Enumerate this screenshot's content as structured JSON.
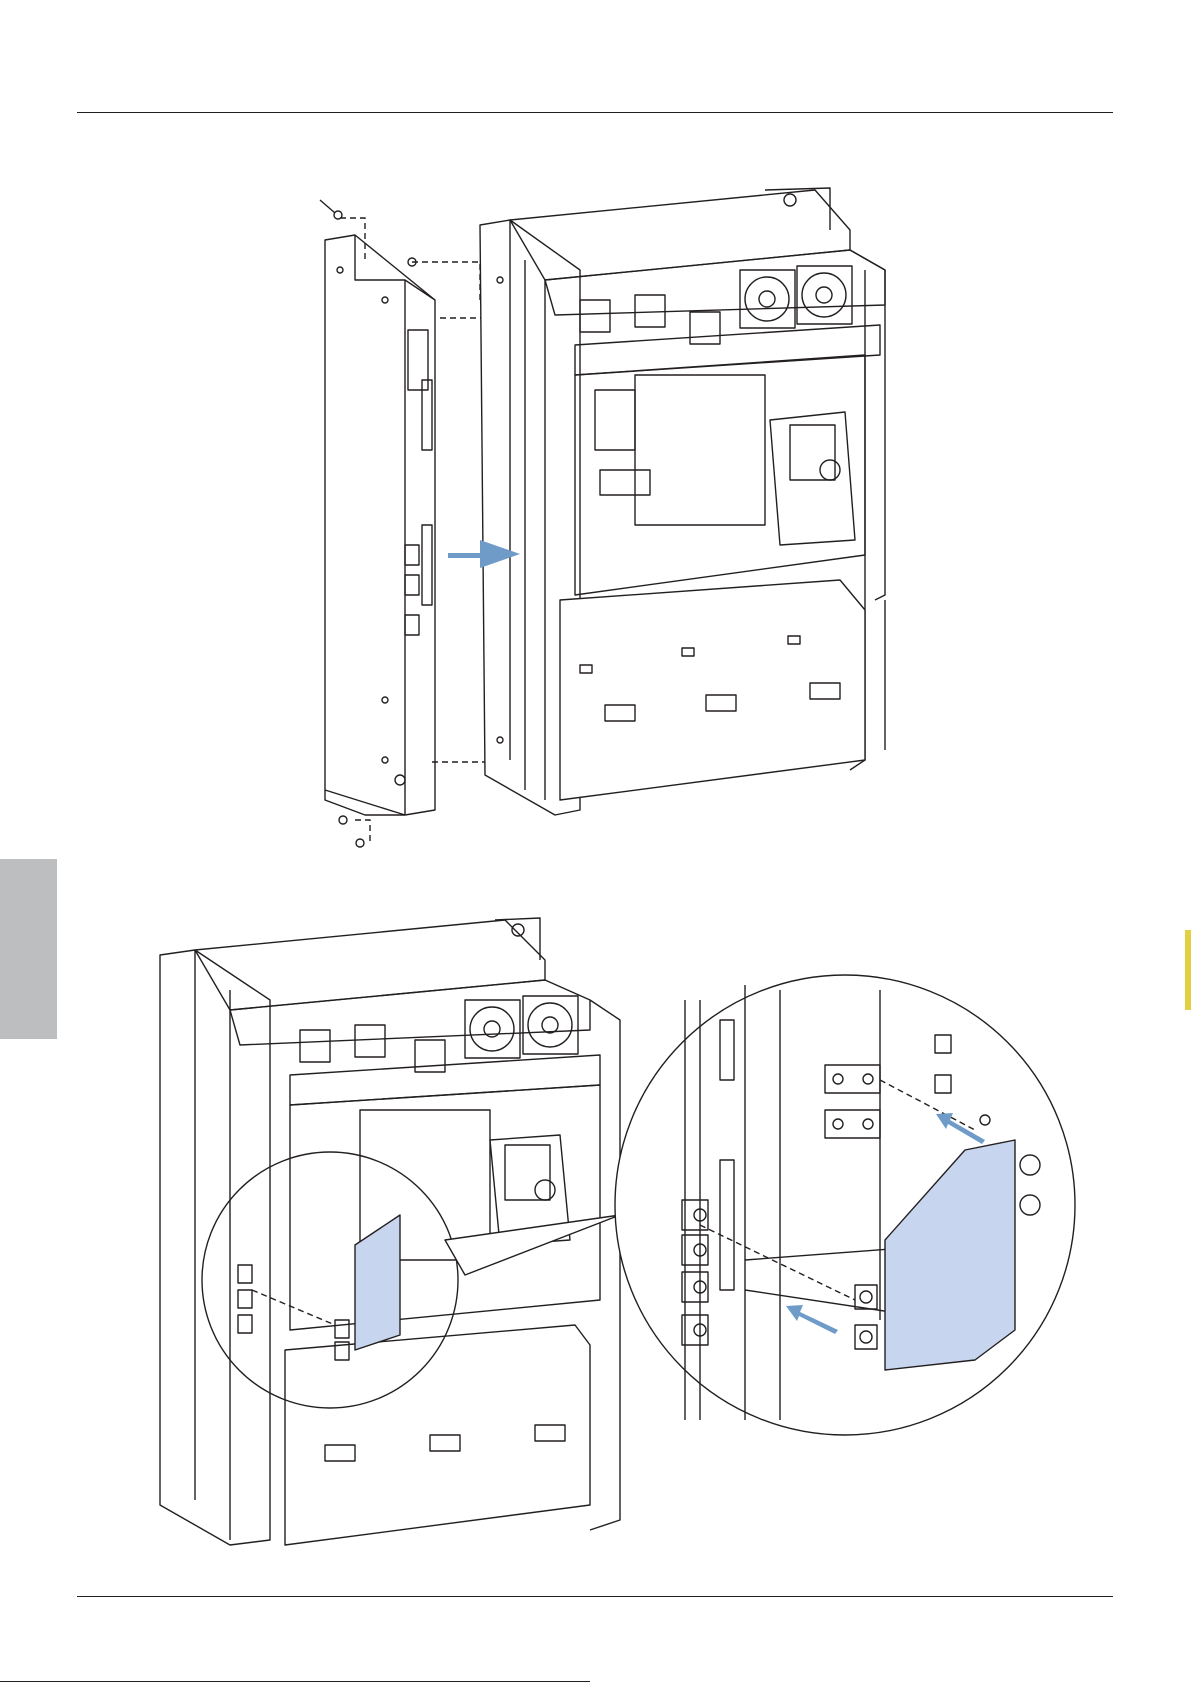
{
  "page": {
    "header_rule": true,
    "footer_rule": true
  },
  "colors": {
    "line": "#231f20",
    "side_tab": "#bcbec0",
    "arrow": "#6f9bc9",
    "highlight_fill": "#c7d6ee",
    "edge_mark": "#e3cf42"
  },
  "figures": [
    {
      "id": "top",
      "content": "exploded-view-side-panel-mounting",
      "icon": "arrow-right-icon"
    },
    {
      "id": "bottom",
      "content": "installed-view-with-magnified-detail",
      "icon": "arrow-left-icon"
    }
  ]
}
